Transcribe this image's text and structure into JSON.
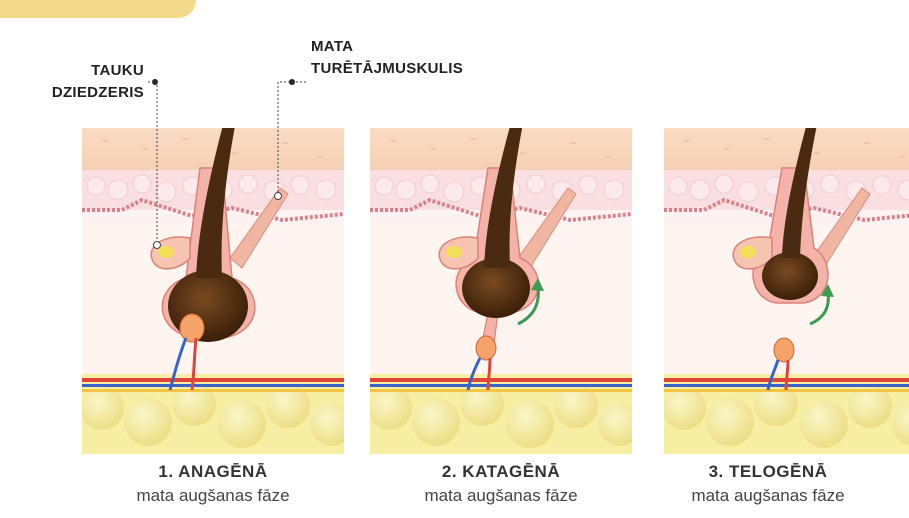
{
  "annotations": {
    "sebaceous_gland": "TAUKU\nDZIEDZERIS",
    "arrector_muscle": "MATA\nTURĒTĀJMUSKULIS"
  },
  "stages": [
    {
      "title": "1. ANAGĒNĀ",
      "subtitle": "mata augšanas fāze"
    },
    {
      "title": "2. KATAGĒNĀ",
      "subtitle": "mata augšanas fāze"
    },
    {
      "title": "3. TELOGĒNĀ",
      "subtitle": "mata augšanas fāze"
    }
  ],
  "colors": {
    "accent": "#f3d98c",
    "skin_top": "#f7d6bd",
    "dermis": "#fde9ec",
    "fat": "#f6eea2",
    "hair": "#4a2a10",
    "follicle": "#f2a3a0",
    "arrow": "#3d9a52"
  }
}
